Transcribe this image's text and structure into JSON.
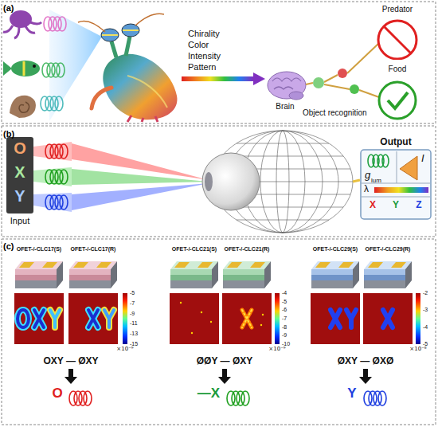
{
  "diagram": {
    "nodes": [
      {
        "text": [
          "Predator"
        ]
      },
      {
        "text": [
          "Food"
        ]
      },
      {
        "text": [
          "Output",
          "g",
          "lum",
          "I",
          "λ",
          "X",
          "Y",
          "Z"
        ]
      }
    ],
    "labels": [
      "(a)",
      "Chirality",
      "Color",
      "Intensity",
      "Pattern",
      "Brain",
      "Object recognition",
      "(b)",
      "O",
      "X",
      "Y",
      "Input",
      "(c)",
      "OFET-/-CLC17(S)",
      "OFET-/-CLC17(R)",
      "OFET-/-CLC21(S)",
      "OFET-/-CLC21(R)",
      "OFET-/-CLC29(S)",
      "OFET-/-CLC29(R)",
      "-5",
      "-7",
      "-9",
      "-11",
      "-13",
      "-15",
      "×10⁻⁹",
      "-4",
      "-5",
      "-6",
      "-7",
      "-8",
      "-9",
      "-10",
      "×10⁻⁹",
      "-2",
      "-3",
      "-4",
      "-5",
      "×10⁻⁸",
      "OXY — ØXY",
      "ØØY — ØXY",
      "ØXY — ØXØ",
      "O",
      "—X",
      "Y"
    ]
  }
}
